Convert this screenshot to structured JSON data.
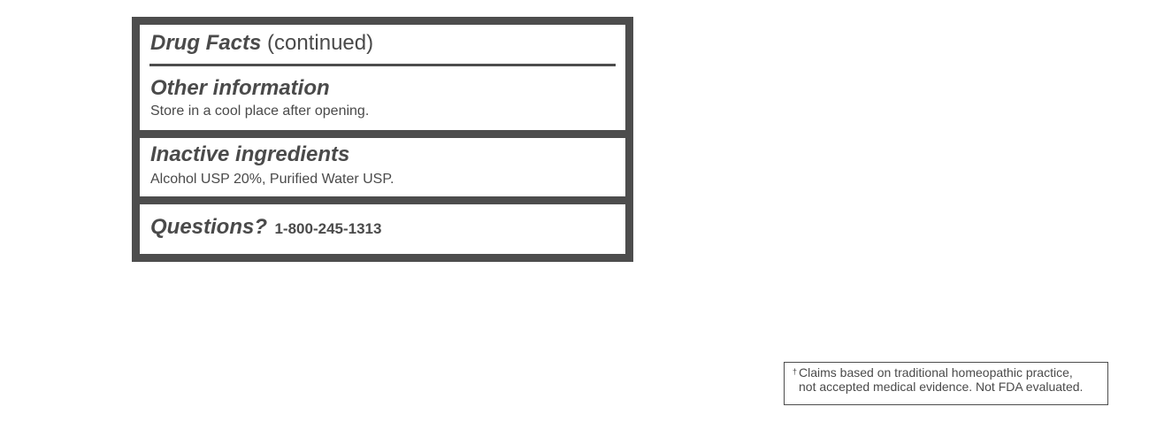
{
  "drug_facts": {
    "title_bold": "Drug Facts",
    "title_suffix": "(continued)",
    "other_information": {
      "heading": "Other information",
      "text": "Store in a cool place after opening."
    },
    "inactive_ingredients": {
      "heading": "Inactive ingredients",
      "text": "Alcohol USP 20%, Purified Water USP."
    },
    "questions": {
      "heading": "Questions?",
      "phone": "1-800-245-1313"
    }
  },
  "disclaimer": {
    "marker": "†",
    "line1": "Claims based on traditional homeopathic practice,",
    "line2": "not accepted medical evidence. Not FDA evaluated."
  },
  "colors": {
    "panel_border": "#4d4d4d",
    "text": "#4a4a4a",
    "background": "#ffffff"
  }
}
